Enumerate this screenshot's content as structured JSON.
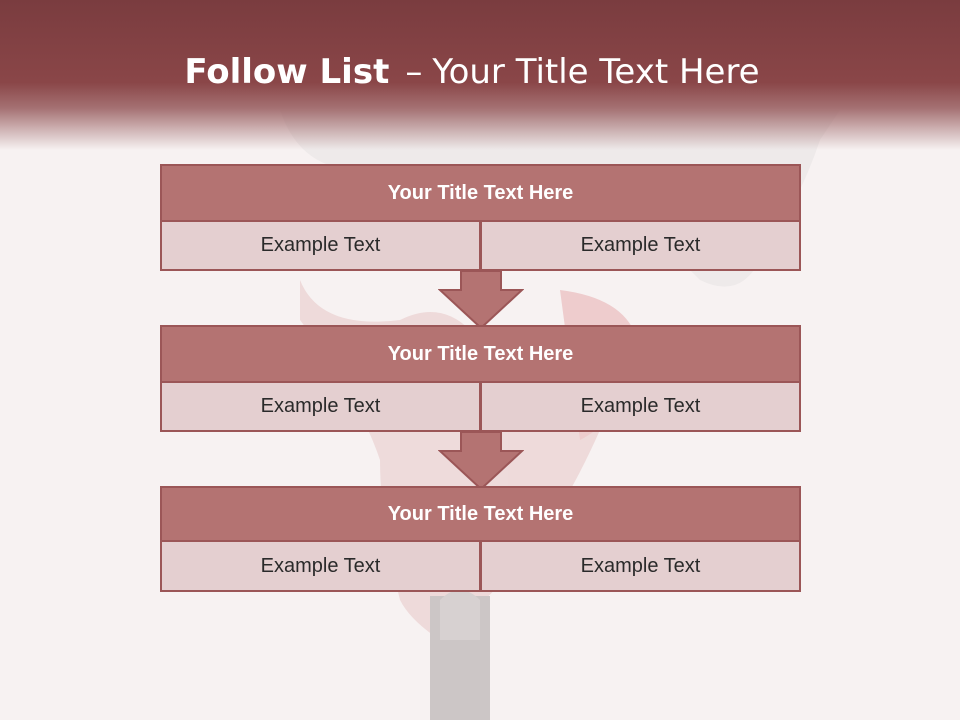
{
  "title": {
    "bold": "Follow List",
    "separator": "–",
    "rest": "Your Title Text Here"
  },
  "blocks": [
    {
      "title": "Your Title Text Here",
      "cells": [
        "Example Text",
        "Example Text"
      ]
    },
    {
      "title": "Your Title Text Here",
      "cells": [
        "Example Text",
        "Example Text"
      ]
    },
    {
      "title": "Your Title Text Here",
      "cells": [
        "Example Text",
        "Example Text"
      ]
    }
  ],
  "colors": {
    "banner": "#8a4648",
    "header_fill": "#b47372",
    "cell_fill": "#e4cfd0",
    "border": "#9b5657"
  },
  "icons": {
    "connector": "down-arrow-icon"
  }
}
